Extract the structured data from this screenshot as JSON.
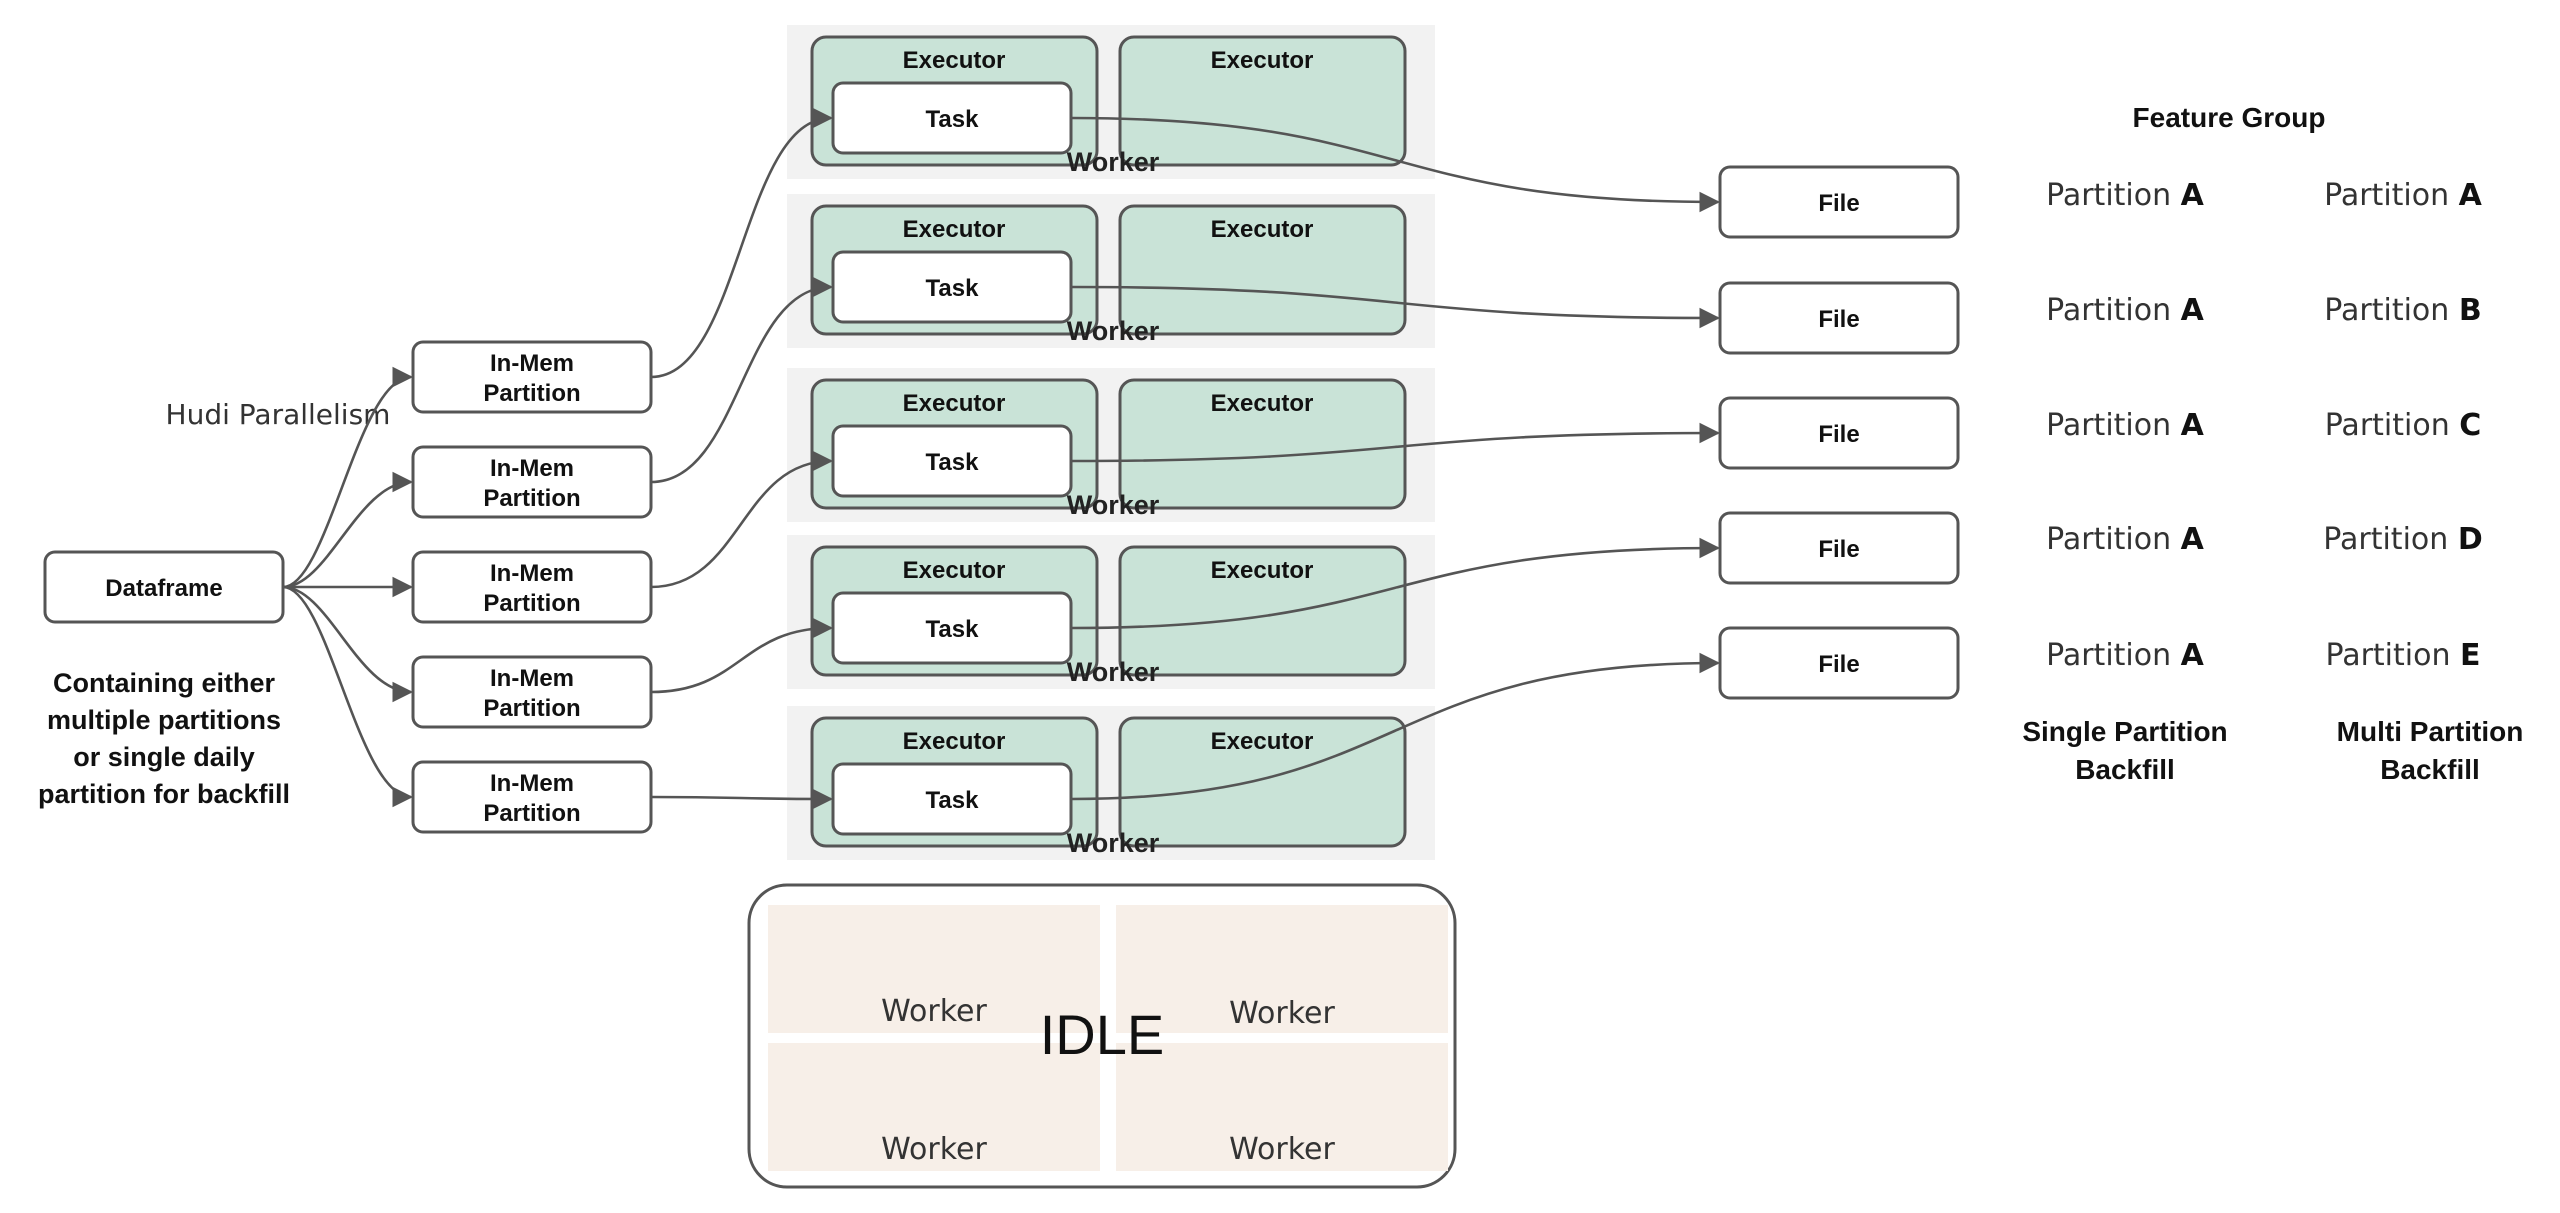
{
  "dataframe": {
    "label": "Dataframe",
    "caption": [
      "Containing either",
      "multiple partitions",
      "or single daily",
      "partition for backfill"
    ]
  },
  "hudi_parallelism": "Hudi Parallelism",
  "partitions": [
    [
      "In-Mem",
      "Partition"
    ],
    [
      "In-Mem",
      "Partition"
    ],
    [
      "In-Mem",
      "Partition"
    ],
    [
      "In-Mem",
      "Partition"
    ],
    [
      "In-Mem",
      "Partition"
    ]
  ],
  "workers": [
    {
      "label": "Worker",
      "executors": [
        "Executor",
        "Executor"
      ],
      "task": "Task"
    },
    {
      "label": "Worker",
      "executors": [
        "Executor",
        "Executor"
      ],
      "task": "Task"
    },
    {
      "label": "Worker",
      "executors": [
        "Executor",
        "Executor"
      ],
      "task": "Task"
    },
    {
      "label": "Worker",
      "executors": [
        "Executor",
        "Executor"
      ],
      "task": "Task"
    },
    {
      "label": "Worker",
      "executors": [
        "Executor",
        "Executor"
      ],
      "task": "Task"
    }
  ],
  "task_to_file": [
    0,
    1,
    2,
    3,
    4
  ],
  "partition_to_task": [
    0,
    1,
    2,
    3,
    4
  ],
  "files": [
    "File",
    "File",
    "File",
    "File",
    "File"
  ],
  "idle": {
    "label": "IDLE",
    "workers": [
      "Worker",
      "Worker",
      "Worker",
      "Worker"
    ]
  },
  "feature_group": {
    "title": "Feature Group",
    "partition_word": "Partition",
    "single_letters": [
      "A",
      "A",
      "A",
      "A",
      "A"
    ],
    "multi_letters": [
      "A",
      "B",
      "C",
      "D",
      "E"
    ],
    "single_caption": [
      "Single Partition",
      "Backfill"
    ],
    "multi_caption": [
      "Multi Partition",
      "Backfill"
    ]
  },
  "colors": {
    "executor_fill": "#c9e3d7",
    "worker_band": "#f2f2f2",
    "idle_cell": "#f7efe8",
    "stroke": "#555555"
  }
}
